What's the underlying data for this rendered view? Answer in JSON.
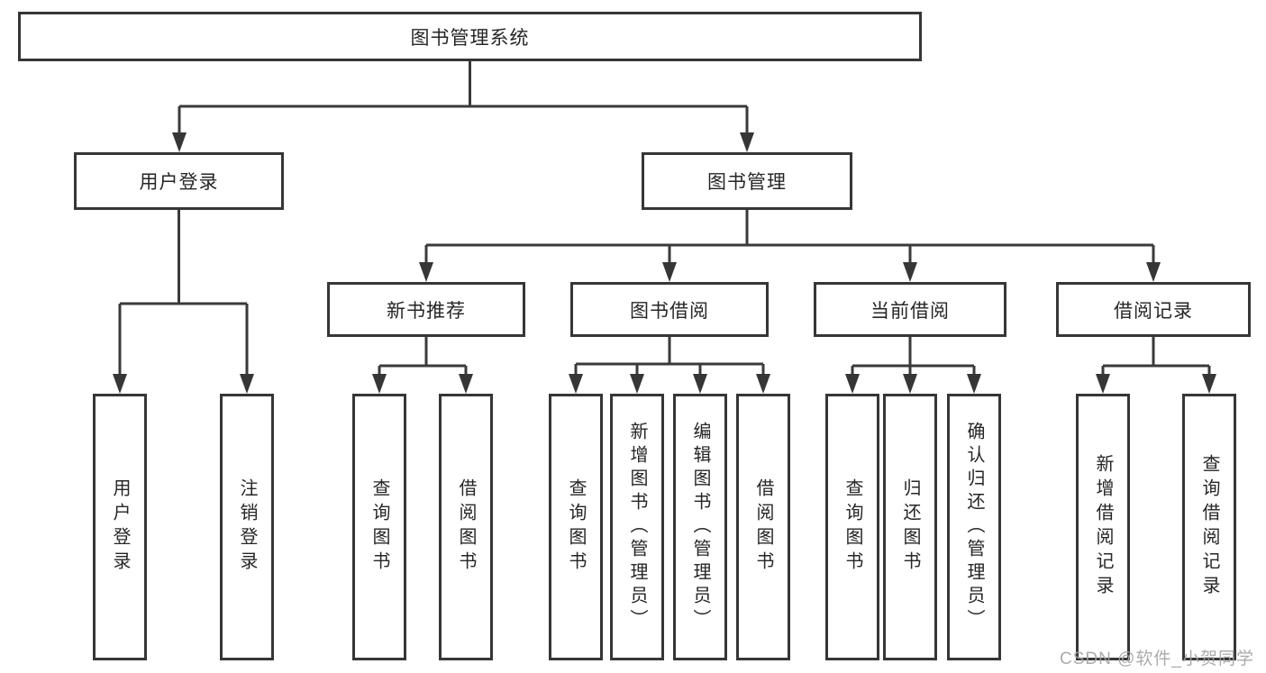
{
  "diagram": {
    "title": "图书管理系统",
    "root": {
      "label": "图书管理系统"
    },
    "level2": [
      {
        "id": "user-login",
        "label": "用户登录"
      },
      {
        "id": "book-management",
        "label": "图书管理"
      }
    ],
    "level3": [
      {
        "id": "new-book-recommend",
        "label": "新书推荐",
        "parent": "book-management"
      },
      {
        "id": "book-borrow",
        "label": "图书借阅",
        "parent": "book-management"
      },
      {
        "id": "current-borrow",
        "label": "当前借阅",
        "parent": "book-management"
      },
      {
        "id": "borrow-records",
        "label": "借阅记录",
        "parent": "book-management"
      }
    ],
    "leaves": [
      {
        "id": "user-login-leaf",
        "label": "用户登录",
        "parent": "user-login"
      },
      {
        "id": "logout",
        "label": "注销登录",
        "parent": "user-login"
      },
      {
        "id": "query-book-1",
        "label": "查询图书",
        "parent": "new-book-recommend"
      },
      {
        "id": "borrow-book-1",
        "label": "借阅图书",
        "parent": "new-book-recommend"
      },
      {
        "id": "query-book-2",
        "label": "查询图书",
        "parent": "book-borrow"
      },
      {
        "id": "add-book-admin",
        "label": "新增图书（管理员）",
        "parent": "book-borrow"
      },
      {
        "id": "edit-book-admin",
        "label": "编辑图书（管理员）",
        "parent": "book-borrow"
      },
      {
        "id": "borrow-book-2",
        "label": "借阅图书",
        "parent": "book-borrow"
      },
      {
        "id": "query-book-3",
        "label": "查询图书",
        "parent": "current-borrow"
      },
      {
        "id": "return-book",
        "label": "归还图书",
        "parent": "current-borrow"
      },
      {
        "id": "confirm-return-admin",
        "label": "确认归还（管理员）",
        "parent": "current-borrow"
      },
      {
        "id": "add-borrow-record",
        "label": "新增借阅记录",
        "parent": "borrow-records"
      },
      {
        "id": "query-borrow-record",
        "label": "查询借阅记录",
        "parent": "borrow-records"
      }
    ]
  },
  "watermark": {
    "text": "CSDN @软件_小贺同学"
  },
  "colors": {
    "background": "#ffffff",
    "box_fill": "#ffffff",
    "box_border": "#363636",
    "line": "#3a3a3a",
    "text": "#262626",
    "watermark": "#a3a3a3"
  }
}
